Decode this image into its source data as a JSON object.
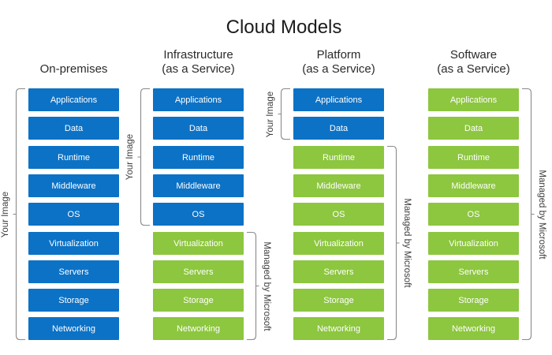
{
  "title": "Cloud Models",
  "colors": {
    "your_image_blue": "#0C72C6",
    "microsoft_green": "#8DC63F",
    "bracket_gray": "#8A8A8A",
    "box_text": "#FFFFFF",
    "heading_text": "#2B2B2B",
    "label_text": "#3D3D3D"
  },
  "layers": [
    "Applications",
    "Data",
    "Runtime",
    "Middleware",
    "OS",
    "Virtualization",
    "Servers",
    "Storage",
    "Networking"
  ],
  "columns": [
    {
      "id": "on-premises",
      "header_lines": [
        "On-premises"
      ],
      "blue_count": 9,
      "left_bracket": {
        "label": "Your Image",
        "from": 0,
        "to": 8
      },
      "right_bracket": null
    },
    {
      "id": "iaas",
      "header_lines": [
        "Infrastructure",
        "(as a Service)"
      ],
      "blue_count": 5,
      "left_bracket": {
        "label": "Your Image",
        "from": 0,
        "to": 4
      },
      "right_bracket": {
        "label": "Managed by Microsoft",
        "from": 5,
        "to": 8
      }
    },
    {
      "id": "paas",
      "header_lines": [
        "Platform",
        "(as a Service)"
      ],
      "blue_count": 2,
      "left_bracket": {
        "label": "Your Image",
        "from": 0,
        "to": 1
      },
      "right_bracket": {
        "label": "Managed by Microsoft",
        "from": 2,
        "to": 8
      }
    },
    {
      "id": "saas",
      "header_lines": [
        "Software",
        "(as a Service)"
      ],
      "blue_count": 0,
      "left_bracket": null,
      "right_bracket": {
        "label": "Managed by Microsoft",
        "from": 0,
        "to": 8
      }
    }
  ]
}
